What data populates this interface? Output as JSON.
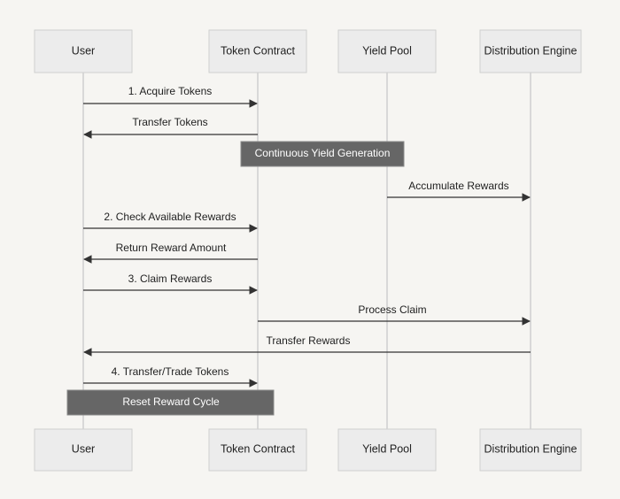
{
  "participants": [
    {
      "id": "user",
      "label": "User"
    },
    {
      "id": "token",
      "label": "Token Contract"
    },
    {
      "id": "pool",
      "label": "Yield Pool"
    },
    {
      "id": "engine",
      "label": "Distribution Engine"
    }
  ],
  "messages": [
    {
      "from": "user",
      "to": "token",
      "label": "1. Acquire Tokens"
    },
    {
      "from": "token",
      "to": "user",
      "label": "Transfer Tokens"
    },
    {
      "from": "pool",
      "to": "engine",
      "label": "Accumulate Rewards"
    },
    {
      "from": "user",
      "to": "token",
      "label": "2. Check Available Rewards"
    },
    {
      "from": "token",
      "to": "user",
      "label": "Return Reward Amount"
    },
    {
      "from": "user",
      "to": "token",
      "label": "3. Claim Rewards"
    },
    {
      "from": "token",
      "to": "engine",
      "label": "Process Claim"
    },
    {
      "from": "engine",
      "to": "user",
      "label": "Transfer Rewards"
    },
    {
      "from": "user",
      "to": "token",
      "label": "4. Transfer/Trade Tokens"
    }
  ],
  "notes": [
    {
      "label": "Continuous Yield Generation"
    },
    {
      "label": "Reset Reward Cycle"
    }
  ]
}
